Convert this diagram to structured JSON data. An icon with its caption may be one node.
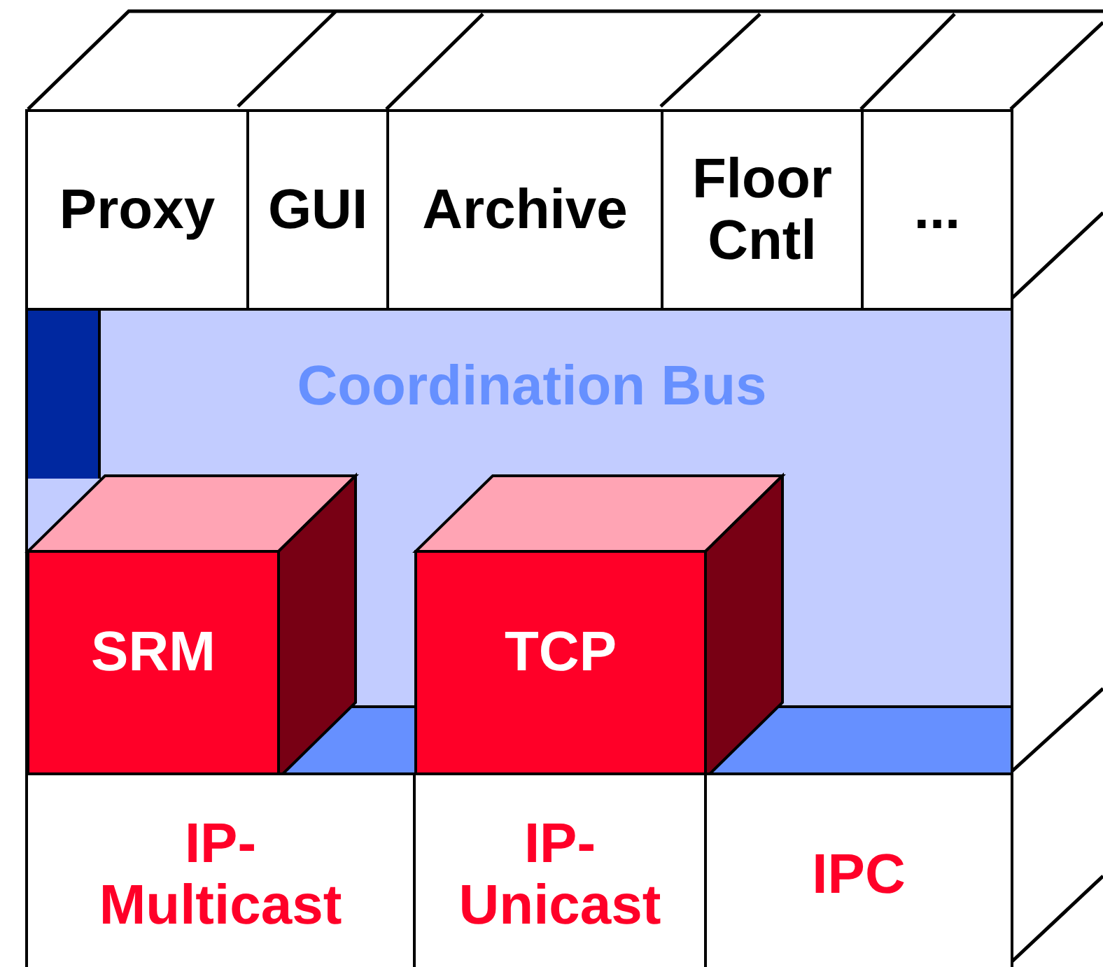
{
  "diagram": {
    "nodes": [
      {
        "text": [
          "Proxy"
        ]
      },
      {
        "text": [
          "GUI"
        ]
      },
      {
        "text": [
          "Archive"
        ]
      },
      {
        "text": [
          "Floor Cntl"
        ]
      },
      {
        "text": [
          "..."
        ]
      },
      {
        "text": [
          "Coordination Bus"
        ]
      },
      {
        "text": [
          "SRM"
        ],
        "in": 5
      },
      {
        "text": [
          "TCP"
        ],
        "in": 5
      },
      {
        "text": [
          "IP-Multicast"
        ]
      },
      {
        "text": [
          "IP-Unicast"
        ]
      },
      {
        "text": [
          "IPC"
        ]
      }
    ]
  }
}
